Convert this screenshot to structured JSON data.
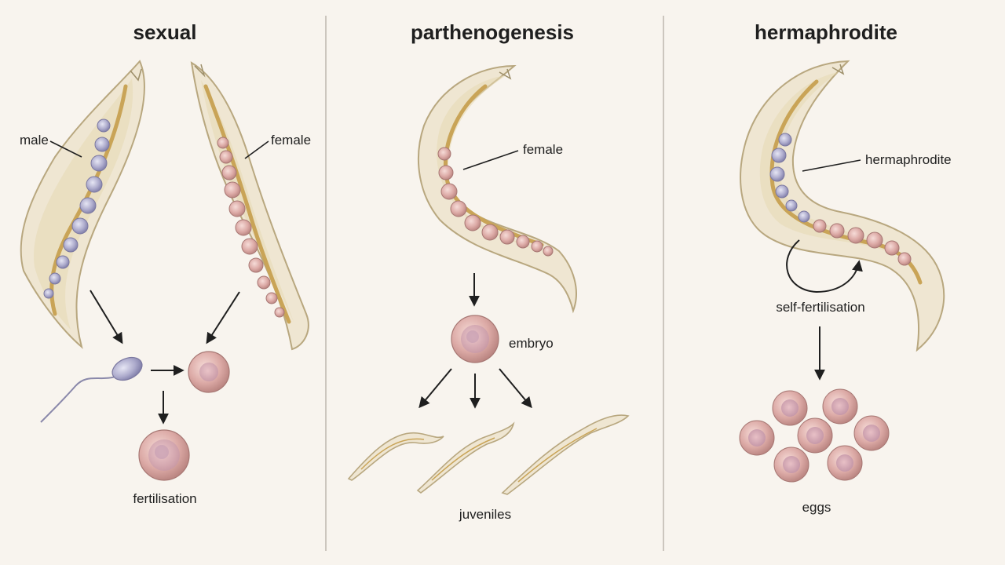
{
  "panels": [
    {
      "title": "sexual",
      "labels": {
        "male": "male",
        "female": "female",
        "fertilisation": "fertilisation"
      }
    },
    {
      "title": "parthenogenesis",
      "labels": {
        "female": "female",
        "embryo": "embryo",
        "juveniles": "juveniles"
      }
    },
    {
      "title": "hermaphrodite",
      "labels": {
        "hermaphrodite": "hermaphrodite",
        "self_fertilisation": "self-fertilisation",
        "eggs": "eggs"
      }
    }
  ],
  "colors": {
    "background": "#f8f4ee",
    "egg": "#d9a9a6",
    "sperm_cell": "#a9a7c9",
    "worm_body": "#efe6d2"
  }
}
